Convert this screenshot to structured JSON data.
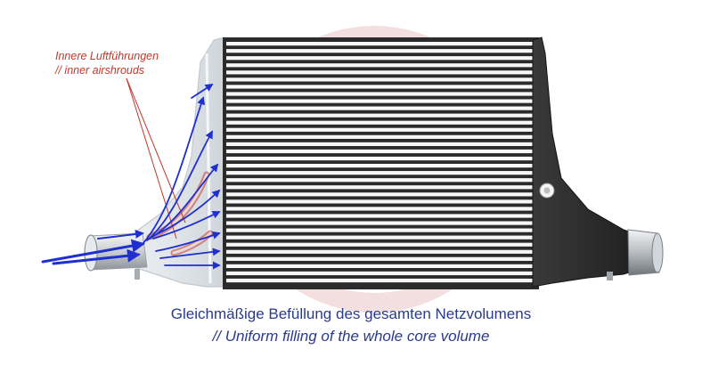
{
  "callout": {
    "line1": "Innere Luftführungen",
    "line2": "// inner airshrouds"
  },
  "caption": {
    "german": "Gleichmäßige Befüllung des gesamten Netzvolumens",
    "english": "// Uniform filling of the whole core volume"
  },
  "colors": {
    "arrow_blue": "#1f2fd0",
    "callout_red": "#c0392b",
    "caption_blue": "#2a3a8c",
    "core_dark": "#2b2b2b",
    "watermark": "#b01e2e"
  },
  "image": {
    "subject": "intercooler with core fins, end tanks, inner airshrouds and flow arrows",
    "watermark": "logo"
  }
}
